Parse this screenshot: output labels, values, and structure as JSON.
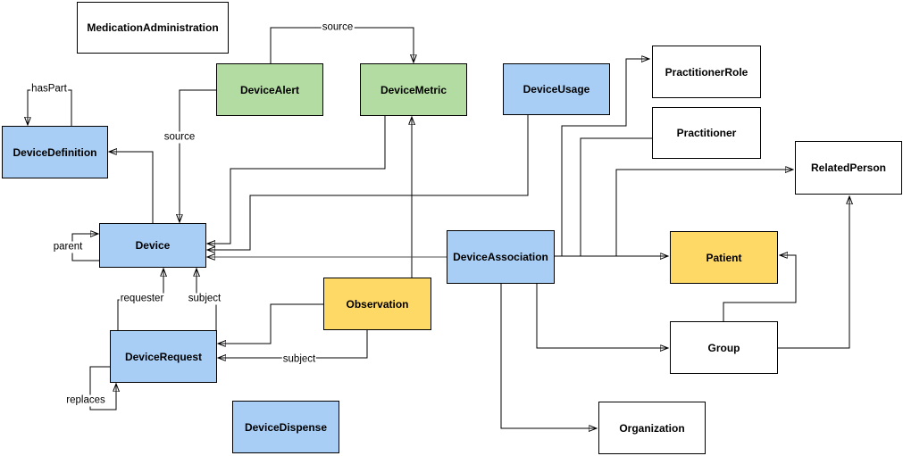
{
  "diagram": {
    "type": "entity-relationship-diagram",
    "colors": {
      "background": "#FFFFFF",
      "node_blue": "#A8CEF5",
      "node_green": "#B3DCA2",
      "node_yellow": "#FFD966",
      "node_white": "#FFFFFF",
      "node_border": "#000000",
      "connector": "#000000",
      "text": "#000000"
    },
    "nodes": [
      {
        "label": "MedicationAdministration",
        "color": "white"
      },
      {
        "label": "DeviceAlert",
        "color": "green"
      },
      {
        "label": "DeviceMetric",
        "color": "green"
      },
      {
        "label": "DeviceUsage",
        "color": "blue"
      },
      {
        "label": "PractitionerRole",
        "color": "white"
      },
      {
        "label": "Practitioner",
        "color": "white"
      },
      {
        "label": "DeviceDefinition",
        "color": "blue"
      },
      {
        "label": "RelatedPerson",
        "color": "white"
      },
      {
        "label": "Device",
        "color": "blue"
      },
      {
        "label": "DeviceAssociation",
        "color": "blue"
      },
      {
        "label": "Patient",
        "color": "yellow"
      },
      {
        "label": "Observation",
        "color": "yellow"
      },
      {
        "label": "DeviceRequest",
        "color": "blue"
      },
      {
        "label": "Group",
        "color": "white"
      },
      {
        "label": "DeviceDispense",
        "color": "blue"
      },
      {
        "label": "Organization",
        "color": "white"
      }
    ],
    "edge_labels": [
      {
        "id": "source-alert-metric",
        "text": "source"
      },
      {
        "id": "hasPart-definition-self",
        "text": "hasPart"
      },
      {
        "id": "source-alert-device",
        "text": "source"
      },
      {
        "id": "parent-device-self",
        "text": "parent"
      },
      {
        "id": "requester-request-device",
        "text": "requester"
      },
      {
        "id": "subject-request-device",
        "text": "subject"
      },
      {
        "id": "subject-observation-request",
        "text": "subject"
      },
      {
        "id": "replaces-request-self",
        "text": "replaces"
      }
    ],
    "edges": [
      {
        "from": "DeviceDefinition",
        "to": "DeviceDefinition",
        "label": "hasPart"
      },
      {
        "from": "DeviceAlert",
        "to": "DeviceMetric",
        "label": "source"
      },
      {
        "from": "DeviceAlert",
        "to": "Device",
        "label": "source"
      },
      {
        "from": "Device",
        "to": "DeviceDefinition",
        "label": ""
      },
      {
        "from": "Device",
        "to": "Device",
        "label": "parent"
      },
      {
        "from": "DeviceMetric",
        "to": "Device",
        "label": ""
      },
      {
        "from": "DeviceUsage",
        "to": "Device",
        "label": ""
      },
      {
        "from": "Observation",
        "to": "DeviceMetric",
        "label": ""
      },
      {
        "from": "Observation",
        "to": "DeviceRequest",
        "label": ""
      },
      {
        "from": "Observation",
        "to": "DeviceRequest",
        "label": "subject"
      },
      {
        "from": "DeviceRequest",
        "to": "Device",
        "label": "requester"
      },
      {
        "from": "DeviceRequest",
        "to": "Device",
        "label": "subject"
      },
      {
        "from": "DeviceRequest",
        "to": "DeviceRequest",
        "label": "replaces"
      },
      {
        "from": "DeviceAssociation",
        "to": "Device",
        "label": ""
      },
      {
        "from": "DeviceAssociation",
        "to": "Patient",
        "label": ""
      },
      {
        "from": "DeviceAssociation",
        "to": "PractitionerRole",
        "label": ""
      },
      {
        "from": "DeviceAssociation",
        "to": "Practitioner",
        "label": ""
      },
      {
        "from": "DeviceAssociation",
        "to": "RelatedPerson",
        "label": ""
      },
      {
        "from": "DeviceAssociation",
        "to": "Group",
        "label": ""
      },
      {
        "from": "DeviceAssociation",
        "to": "Organization",
        "label": ""
      },
      {
        "from": "Group",
        "to": "Patient",
        "label": ""
      },
      {
        "from": "Group",
        "to": "RelatedPerson",
        "label": ""
      }
    ]
  }
}
